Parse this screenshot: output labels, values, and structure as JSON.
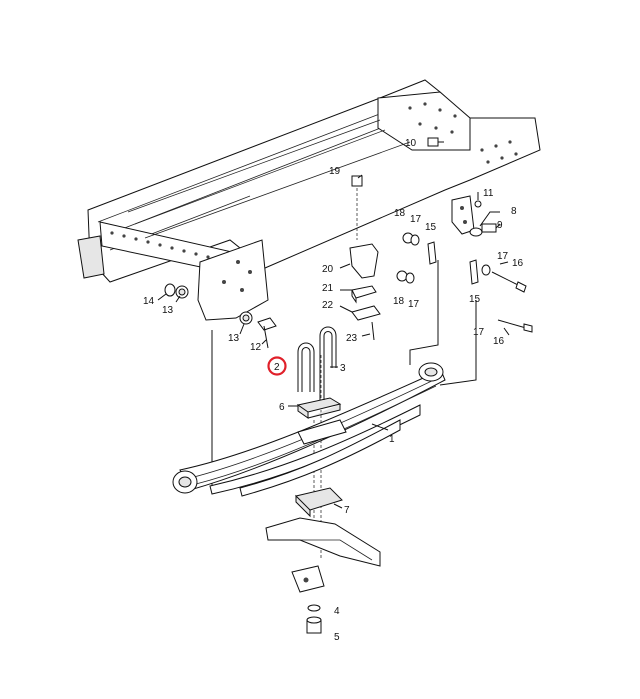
{
  "callouts": {
    "p1": "1",
    "p2": "2",
    "p3": "3",
    "p4": "4",
    "p5": "5",
    "p6": "6",
    "p7": "7",
    "p8": "8",
    "p9": "9",
    "p10": "10",
    "p11": "11",
    "p12": "12",
    "p13a": "13",
    "p13b": "13",
    "p14": "14",
    "p15a": "15",
    "p15b": "15",
    "p16a": "16",
    "p16b": "16",
    "p17a": "17",
    "p17b": "17",
    "p17c": "17",
    "p17d": "17",
    "p18a": "18",
    "p18b": "18",
    "p19": "19",
    "p20": "20",
    "p21": "21",
    "p22": "22",
    "p23": "23"
  },
  "highlight": {
    "part": "2",
    "color": "#e0202a"
  }
}
